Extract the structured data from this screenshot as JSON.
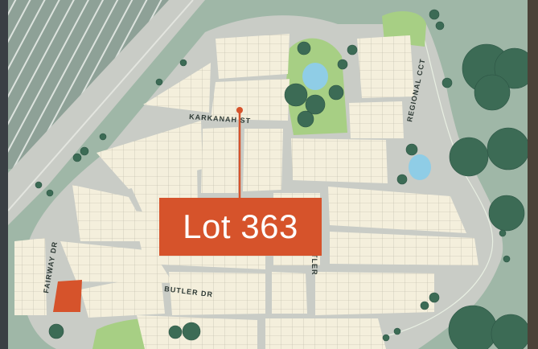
{
  "map": {
    "streets": [
      {
        "id": "karkanah",
        "name": "KARKANAH ST"
      },
      {
        "id": "regional",
        "name": "REGIONAL CCT"
      },
      {
        "id": "fairway",
        "name": "FAIRWAY DR"
      },
      {
        "id": "butler",
        "name": "BUTLER DR"
      },
      {
        "id": "butler-vertical",
        "name": "BUTLER"
      }
    ],
    "highlight": {
      "label": "Lot 363",
      "color": "#d6532b"
    },
    "colors": {
      "lot_fill": "#f4efdc",
      "road": "#c9ccc6",
      "open_space": "#9fb7a7",
      "park": "#a7cf84",
      "tree": "#3c6b55",
      "water": "#8fcde6",
      "accent": "#d6532b"
    }
  }
}
